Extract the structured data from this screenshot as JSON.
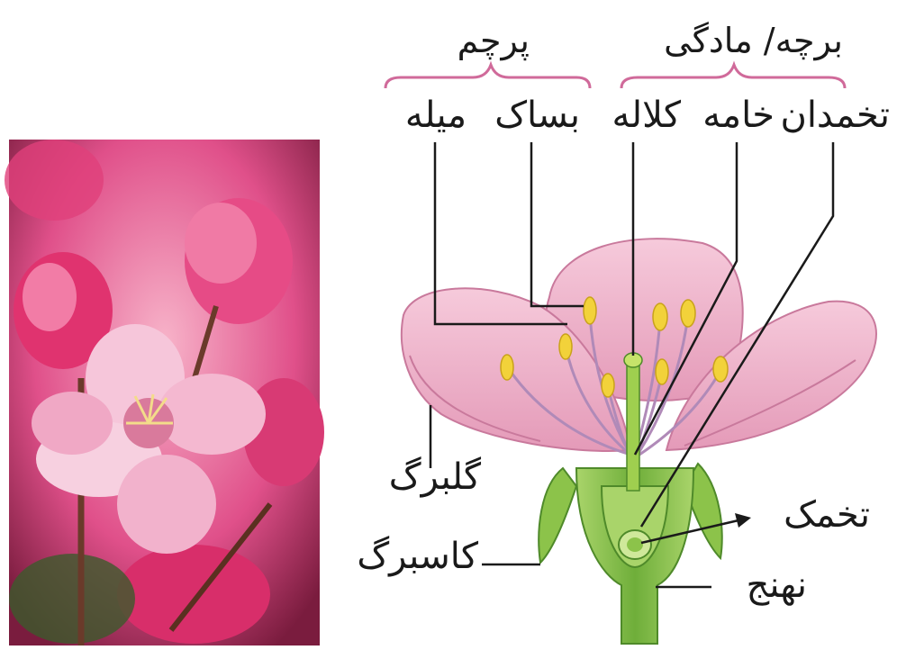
{
  "groups": {
    "stamen": "پرچم",
    "pistil": "برچه/ مادگی"
  },
  "labels": {
    "filament": "میله",
    "anther": "بساک",
    "stigma": "کلاله",
    "style": "خامه",
    "ovary": "تخمدان",
    "petal": "گلبرگ",
    "sepal": "کاسبرگ",
    "ovule": "تخمک",
    "receptacle": "نهنج"
  },
  "colors": {
    "bracket": "#d06a9a",
    "petal": "#f0b6cc",
    "petal_edge": "#c9799c",
    "green": "#8cc34a",
    "green_dark": "#4f8a2a",
    "anther": "#f2d23a"
  }
}
